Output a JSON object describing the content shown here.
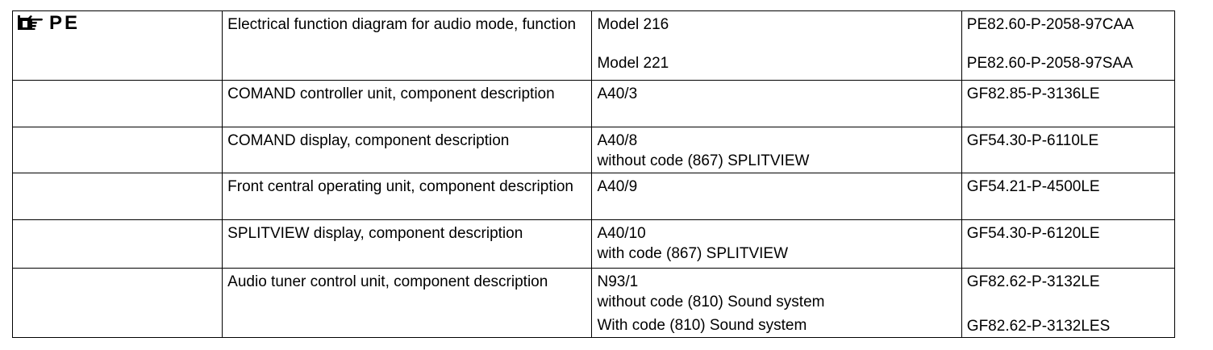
{
  "header": {
    "pe_label": "PE",
    "icon": "pointing-hand-icon"
  },
  "rows": [
    {
      "title": "Electrical function diagram for audio mode, function",
      "entries": [
        {
          "designation": "Model 216",
          "doc": "PE82.60-P-2058-97CAA"
        },
        {
          "designation": "Model 221",
          "doc": "PE82.60-P-2058-97SAA"
        }
      ]
    },
    {
      "title": "COMAND controller unit, component description",
      "entries": [
        {
          "designation": "A40/3",
          "doc": "GF82.85-P-3136LE"
        }
      ]
    },
    {
      "title": "COMAND display, component description",
      "entries": [
        {
          "designation": "A40/8",
          "condition": "without code (867) SPLITVIEW",
          "doc": "GF54.30-P-6110LE"
        }
      ]
    },
    {
      "title": "Front central operating unit, component description",
      "entries": [
        {
          "designation": "A40/9",
          "doc": "GF54.21-P-4500LE"
        }
      ]
    },
    {
      "title": "SPLITVIEW display, component description",
      "entries": [
        {
          "designation": "A40/10",
          "condition": "with code (867) SPLITVIEW",
          "doc": "GF54.30-P-6120LE"
        }
      ]
    },
    {
      "title": "Audio tuner control unit, component description",
      "entries": [
        {
          "designation": "N93/1",
          "condition": "without code (810) Sound system",
          "doc": "GF82.62-P-3132LE"
        },
        {
          "condition": "With code (810) Sound system",
          "doc": "GF82.62-P-3132LES"
        }
      ]
    }
  ]
}
